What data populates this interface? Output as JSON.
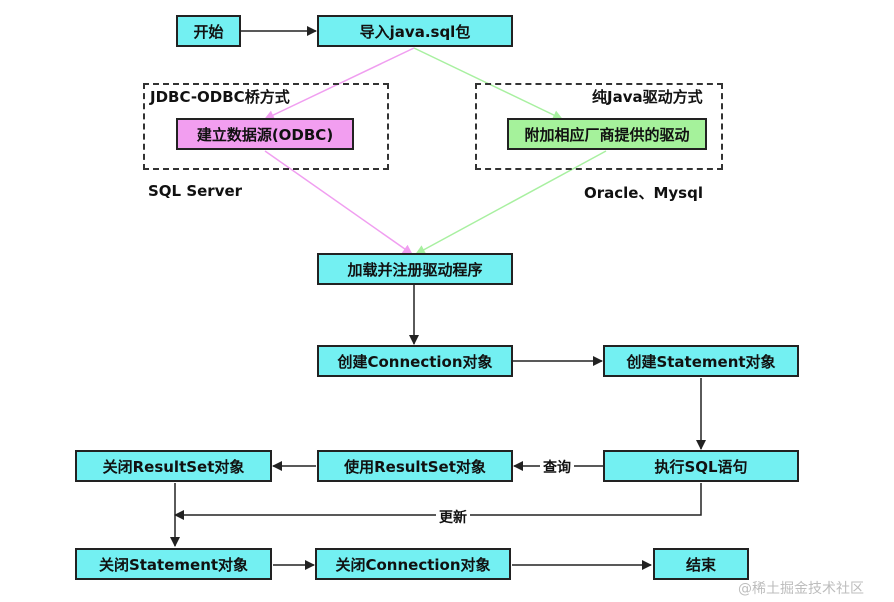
{
  "nodes": {
    "start": "开始",
    "import": "导入java.sql包",
    "datasource": "建立数据源(ODBC)",
    "attach": "附加相应厂商提供的驱动",
    "load": "加载并注册驱动程序",
    "create_conn": "创建Connection对象",
    "create_stmt": "创建Statement对象",
    "execute": "执行SQL语句",
    "use_rs": "使用ResultSet对象",
    "close_rs": "关闭ResultSet对象",
    "close_stmt": "关闭Statement对象",
    "close_conn": "关闭Connection对象",
    "end": "结束"
  },
  "groups": {
    "jdbc_odbc": "JDBC-ODBC桥方式",
    "pure_java": "纯Java驱动方式"
  },
  "labels": {
    "sql_server": "SQL Server",
    "oracle_mysql": "Oracle、Mysql",
    "query": "查询",
    "update": "更新"
  },
  "watermark": "@稀土掘金技术社区",
  "colors": {
    "box": "#73f0f2",
    "pink": "#f29ef0",
    "green": "#a5f29b",
    "pink_line": "#f09ef0",
    "green_line": "#a8f0a0",
    "line": "#222222"
  }
}
